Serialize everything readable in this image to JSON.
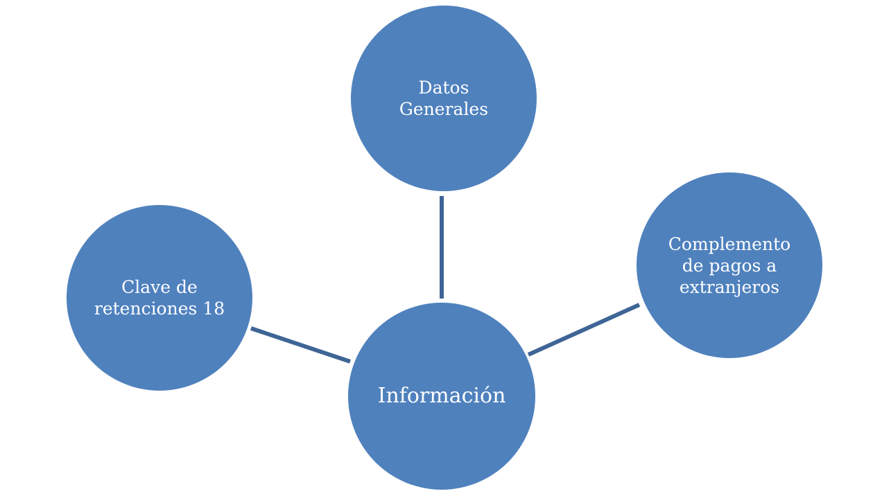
{
  "diagram": {
    "center": {
      "label": "Información"
    },
    "nodes": [
      {
        "id": "top",
        "label": "Datos\nGenerales"
      },
      {
        "id": "left",
        "label": "Clave de\nretenciones 18"
      },
      {
        "id": "right",
        "label": "Complemento\nde pagos a\nextranjeros"
      }
    ],
    "colors": {
      "node_fill": "#4f81bd",
      "connector": "#3f6596",
      "text": "#ffffff"
    }
  }
}
